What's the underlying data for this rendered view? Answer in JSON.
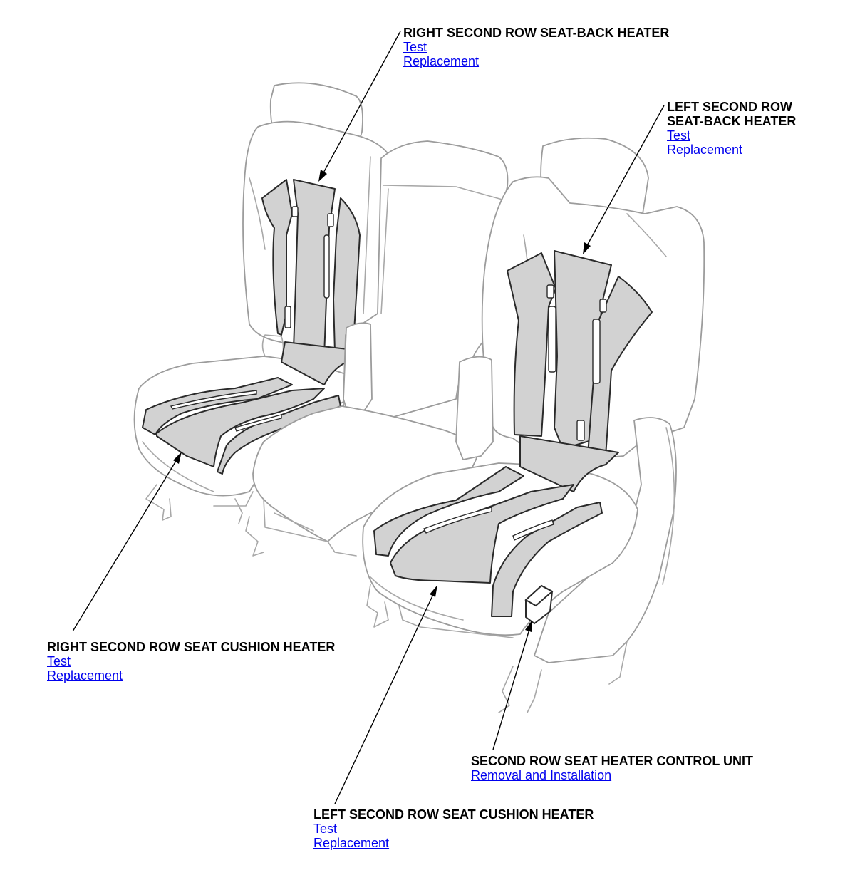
{
  "callouts": {
    "right_back": {
      "title": "RIGHT SECOND ROW SEAT-BACK HEATER",
      "links": [
        "Test",
        "Replacement"
      ]
    },
    "left_back": {
      "title_line1": "LEFT SECOND ROW",
      "title_line2": "SEAT-BACK HEATER",
      "links": [
        "Test",
        "Replacement"
      ]
    },
    "right_cushion": {
      "title": "RIGHT SECOND ROW SEAT CUSHION HEATER",
      "links": [
        "Test",
        "Replacement"
      ]
    },
    "control_unit": {
      "title": "SECOND ROW SEAT HEATER CONTROL UNIT",
      "links": [
        "Removal and Installation"
      ]
    },
    "left_cushion": {
      "title": "LEFT SECOND ROW SEAT CUSHION HEATER",
      "links": [
        "Test",
        "Replacement"
      ]
    }
  },
  "colors": {
    "heater_fill": "#d2d2d2",
    "outline": "#a8a8a8",
    "link": "#0000ee"
  }
}
